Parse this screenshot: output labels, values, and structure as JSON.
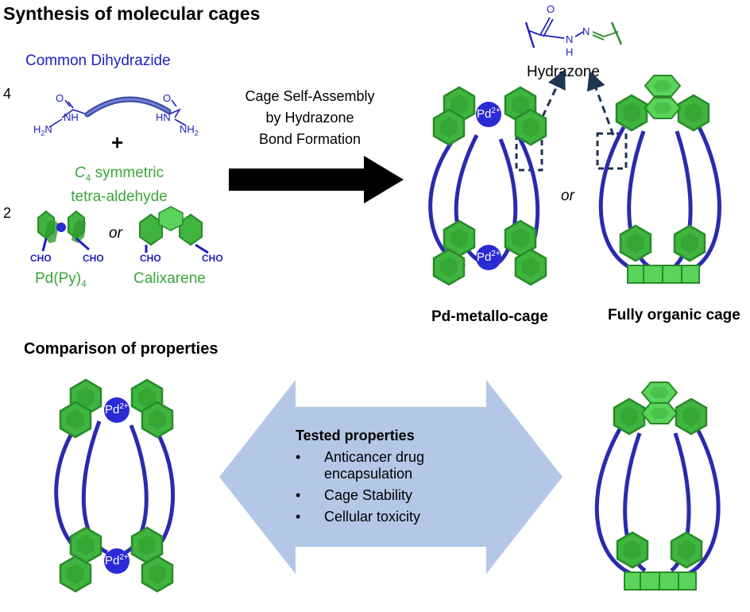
{
  "titles": {
    "synthesis": "Synthesis of molecular cages",
    "comparison": "Comparison of properties"
  },
  "left_panel": {
    "common": "Common Dihydrazide",
    "num4": "4",
    "num2": "2",
    "plus": "+",
    "c4_line1_sym": "C",
    "c4_line1_sub": "4",
    "c4_line1_rest": " symmetric",
    "c4_line2": "tetra-aldehyde",
    "or": "or",
    "pd_label": "Pd(Py)",
    "pd_label_sub": "4",
    "calix_label": "Calixarene",
    "cho": "CHO",
    "o": "O",
    "nh": "NH",
    "hn": "HN",
    "h2n": "H",
    "nh2": "NH",
    "sub2": "2",
    "n": "N"
  },
  "arrow_text": [
    "Cage Self-Assembly",
    "by Hydrazone",
    "Bond Formation"
  ],
  "hydrazone": {
    "label": "Hydrazone",
    "o": "O",
    "n": "N",
    "h": "H"
  },
  "cages": {
    "or": "or",
    "pd_cage": "Pd-metallo-cage",
    "organic_cage": "Fully organic cage",
    "pd_ion": "Pd",
    "pd_charge": "2+"
  },
  "tested": {
    "title": "Tested properties",
    "items": [
      "Anticancer drug",
      "Cage Stability",
      "Cellular toxicity"
    ],
    "item1_cont": "encapsulation",
    "bullet": "•"
  },
  "colors": {
    "blue": "#1f1fbf",
    "green": "#3fb53f",
    "dark_green": "#2a8a2a",
    "arrow_fill": "#b4c7e7",
    "dashed": "#1f3550"
  }
}
